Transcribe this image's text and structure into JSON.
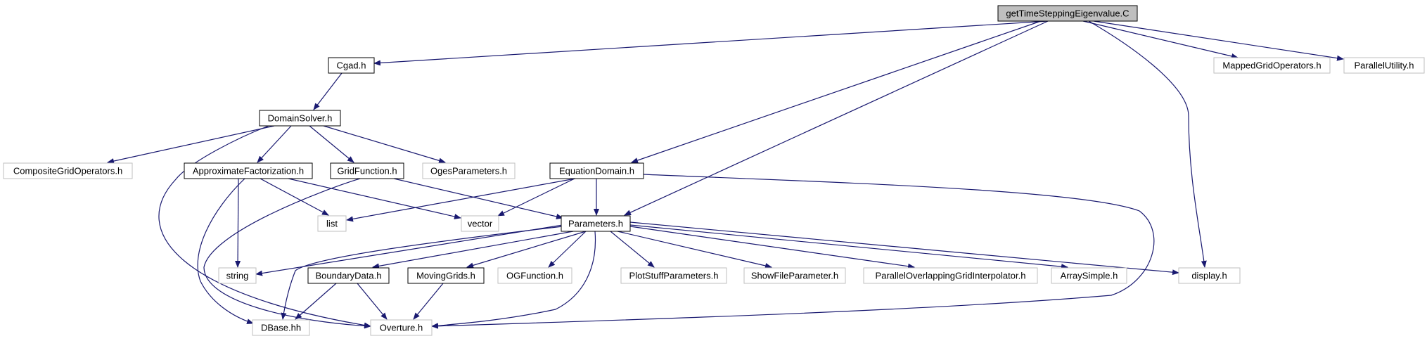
{
  "graph": {
    "colors": {
      "edge": "#191970",
      "root_fill": "#bfbfbf",
      "documented_border": "#000000",
      "external_border": "#bfbfbf",
      "node_fill": "#ffffff"
    },
    "nodes": [
      {
        "id": "root",
        "label": "getTimeSteppingEigenvalue.C",
        "kind": "root"
      },
      {
        "id": "cgad",
        "label": "Cgad.h",
        "kind": "documented"
      },
      {
        "id": "mgo",
        "label": "MappedGridOperators.h",
        "kind": "external"
      },
      {
        "id": "pu",
        "label": "ParallelUtility.h",
        "kind": "external"
      },
      {
        "id": "ds",
        "label": "DomainSolver.h",
        "kind": "documented"
      },
      {
        "id": "cgo",
        "label": "CompositeGridOperators.h",
        "kind": "external"
      },
      {
        "id": "af",
        "label": "ApproximateFactorization.h",
        "kind": "documented"
      },
      {
        "id": "gf",
        "label": "GridFunction.h",
        "kind": "documented"
      },
      {
        "id": "ogp",
        "label": "OgesParameters.h",
        "kind": "external"
      },
      {
        "id": "ed",
        "label": "EquationDomain.h",
        "kind": "documented"
      },
      {
        "id": "list",
        "label": "list",
        "kind": "external"
      },
      {
        "id": "vector",
        "label": "vector",
        "kind": "external"
      },
      {
        "id": "params",
        "label": "Parameters.h",
        "kind": "documented"
      },
      {
        "id": "string",
        "label": "string",
        "kind": "external"
      },
      {
        "id": "bd",
        "label": "BoundaryData.h",
        "kind": "documented"
      },
      {
        "id": "mg",
        "label": "MovingGrids.h",
        "kind": "documented"
      },
      {
        "id": "ogf",
        "label": "OGFunction.h",
        "kind": "external"
      },
      {
        "id": "psp",
        "label": "PlotStuffParameters.h",
        "kind": "external"
      },
      {
        "id": "sfp",
        "label": "ShowFileParameter.h",
        "kind": "external"
      },
      {
        "id": "pogi",
        "label": "ParallelOverlappingGridInterpolator.h",
        "kind": "external"
      },
      {
        "id": "as",
        "label": "ArraySimple.h",
        "kind": "external"
      },
      {
        "id": "display",
        "label": "display.h",
        "kind": "external"
      },
      {
        "id": "dbase",
        "label": "DBase.hh",
        "kind": "external"
      },
      {
        "id": "overture",
        "label": "Overture.h",
        "kind": "external"
      }
    ],
    "edges": [
      {
        "from": "root",
        "to": "cgad"
      },
      {
        "from": "root",
        "to": "mgo"
      },
      {
        "from": "root",
        "to": "pu"
      },
      {
        "from": "root",
        "to": "ed"
      },
      {
        "from": "root",
        "to": "params"
      },
      {
        "from": "root",
        "to": "display"
      },
      {
        "from": "cgad",
        "to": "ds"
      },
      {
        "from": "ds",
        "to": "cgo"
      },
      {
        "from": "ds",
        "to": "af"
      },
      {
        "from": "ds",
        "to": "gf"
      },
      {
        "from": "ds",
        "to": "ogp"
      },
      {
        "from": "ds",
        "to": "overture"
      },
      {
        "from": "af",
        "to": "list"
      },
      {
        "from": "af",
        "to": "vector"
      },
      {
        "from": "af",
        "to": "string"
      },
      {
        "from": "af",
        "to": "dbase"
      },
      {
        "from": "gf",
        "to": "params"
      },
      {
        "from": "gf",
        "to": "overture"
      },
      {
        "from": "ed",
        "to": "list"
      },
      {
        "from": "ed",
        "to": "vector"
      },
      {
        "from": "ed",
        "to": "params"
      },
      {
        "from": "ed",
        "to": "overture"
      },
      {
        "from": "params",
        "to": "string"
      },
      {
        "from": "params",
        "to": "dbase"
      },
      {
        "from": "params",
        "to": "bd"
      },
      {
        "from": "params",
        "to": "mg"
      },
      {
        "from": "params",
        "to": "ogf"
      },
      {
        "from": "params",
        "to": "psp"
      },
      {
        "from": "params",
        "to": "sfp"
      },
      {
        "from": "params",
        "to": "pogi"
      },
      {
        "from": "params",
        "to": "as"
      },
      {
        "from": "params",
        "to": "display"
      },
      {
        "from": "params",
        "to": "overture"
      },
      {
        "from": "bd",
        "to": "dbase"
      },
      {
        "from": "bd",
        "to": "overture"
      },
      {
        "from": "mg",
        "to": "overture"
      }
    ]
  }
}
